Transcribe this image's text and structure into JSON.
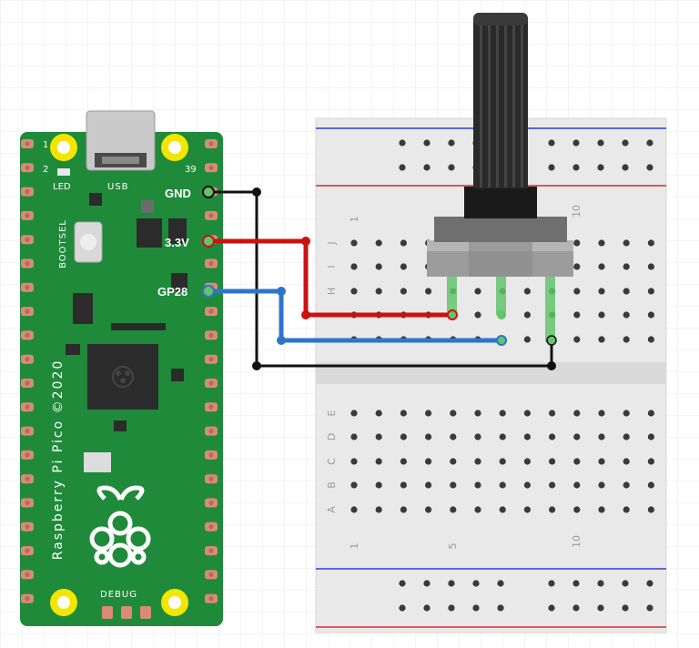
{
  "board": {
    "name_text": "Raspberry Pi Pico ©2020",
    "led_label": "LED",
    "usb_label": "USB",
    "bootsel_label": "BOOTSEL",
    "debug_label": "DEBUG",
    "pin1_label": "1",
    "pin2_label": "2",
    "pin39_label": "39"
  },
  "wires": [
    {
      "label": "GND",
      "color": "#111111"
    },
    {
      "label": "3.3V",
      "color": "#cc1111"
    },
    {
      "label": "GP28",
      "color": "#2f74c9"
    }
  ],
  "breadboard": {
    "rows_top": [
      "J",
      "I",
      "H"
    ],
    "rows_bottom": [
      "E",
      "D",
      "C",
      "B",
      "A"
    ],
    "col_labels_top": [
      "1",
      "10"
    ],
    "col_labels_bottom": [
      "1",
      "5",
      "10"
    ]
  },
  "colors": {
    "pcb": "#1f8a3a",
    "pad": "#f2e600",
    "rail_red": "#d42a2a",
    "rail_blue": "#2a3fd4",
    "leg_green": "#63c46b"
  }
}
